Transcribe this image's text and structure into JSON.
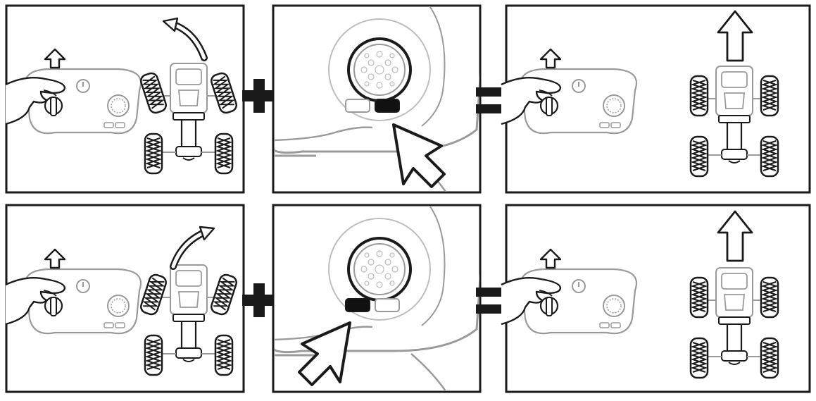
{
  "figure": {
    "rows": [
      {
        "id": "row-top",
        "car_turn_direction": "left",
        "highlighted_button": "right",
        "result": "car-drives-straight"
      },
      {
        "id": "row-bottom",
        "car_turn_direction": "right",
        "highlighted_button": "left",
        "result": "car-drives-straight"
      }
    ],
    "operators": [
      "plus-icon",
      "equals-icon"
    ],
    "colors": {
      "line": "#1a1a1a",
      "line_light": "#9a9a9a",
      "highlight_button": "#111111",
      "background": "#ffffff"
    }
  }
}
